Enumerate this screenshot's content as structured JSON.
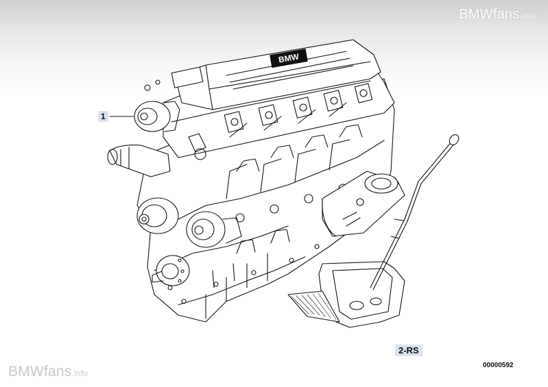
{
  "watermark_top": {
    "brand": "BMWfans",
    "suffix": ".info"
  },
  "watermark_bottom": {
    "brand": "BMWfans",
    "suffix": ".info"
  },
  "callouts": {
    "part_1": "1",
    "group": "2-RS"
  },
  "diagram_number": "00000592",
  "valve_cover_badge": "BMW",
  "colors": {
    "callout_bg": "#d9e3ee",
    "line": "#111111",
    "watermark": "#ffffff"
  }
}
